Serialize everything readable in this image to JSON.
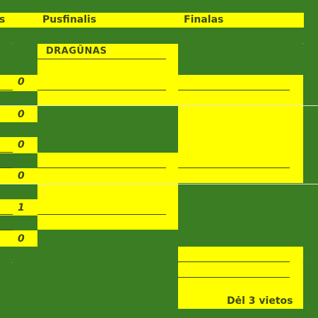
{
  "headers": {
    "quarterfinal_fragment": "s",
    "semifinal": "Pusfinalis",
    "final": "Finalas"
  },
  "semifinal_top": {
    "team": "DRAGŪNAS"
  },
  "quarter_scores": [
    "0",
    "0",
    "0",
    "0",
    "1",
    "0"
  ],
  "third_place": {
    "label": "Dėl 3 vietos"
  }
}
